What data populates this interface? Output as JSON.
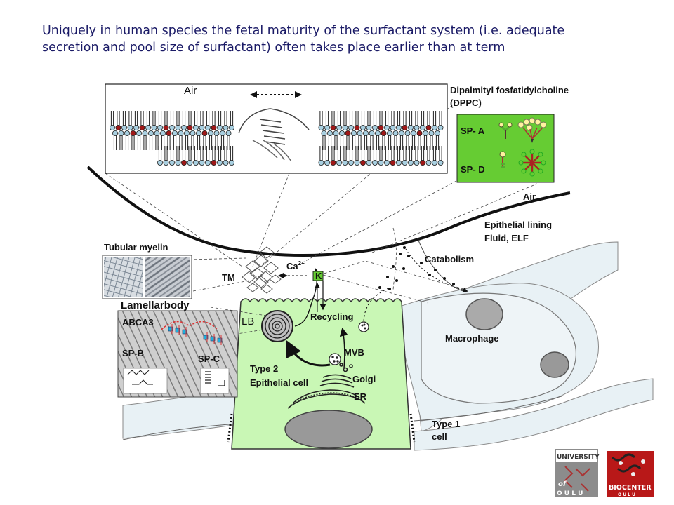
{
  "title": {
    "line1": "Uniquely in human species the fetal maturity of the surfactant system (i.e. adequate",
    "line2": "secretion and pool size of surfactant) often takes place earlier than at term"
  },
  "labels": {
    "air_top": "Air",
    "dppc_1": "Dipalmityl fosfatidylcholine",
    "dppc_2": "(DPPC)",
    "sp_a": "SP- A",
    "sp_d": "SP- D",
    "air_right": "Air",
    "elf_1": "Epithelial lining",
    "elf_2": "Fluid, ELF",
    "tubular_myelin": "Tubular myelin",
    "catabolism": "Catabolism",
    "ca": "Ca",
    "ca_sup": "2+",
    "k": "K",
    "tm": "TM",
    "lamellar_body": "Lamellarbody",
    "lb": "LB",
    "abca3": "ABCA3",
    "sp_b": "SP-B",
    "sp_c": "SP-C",
    "recycling": "Recycling",
    "macrophage": "Macrophage",
    "mvb": "MVB",
    "type2_1": "Type 2",
    "type2_2": "Epithelial cell",
    "golgi": "Golgi",
    "er": "ER",
    "type1_1": "Type 1",
    "type1_2": "cell"
  },
  "logos": {
    "oulu_top": "UNIVERSITY",
    "oulu_of": "of",
    "oulu_bottom": "O U L U",
    "biocenter": "BIOCENTER",
    "biocenter_sub": "O U L U"
  },
  "colors": {
    "title": "#1a1a66",
    "cell_fill": "#c9f7b5",
    "sp_box": "#66cc33",
    "tissue": "#e8f1f5",
    "phospholipid_red": "#a01818",
    "phospholipid_blue": "#a8cfe0"
  }
}
